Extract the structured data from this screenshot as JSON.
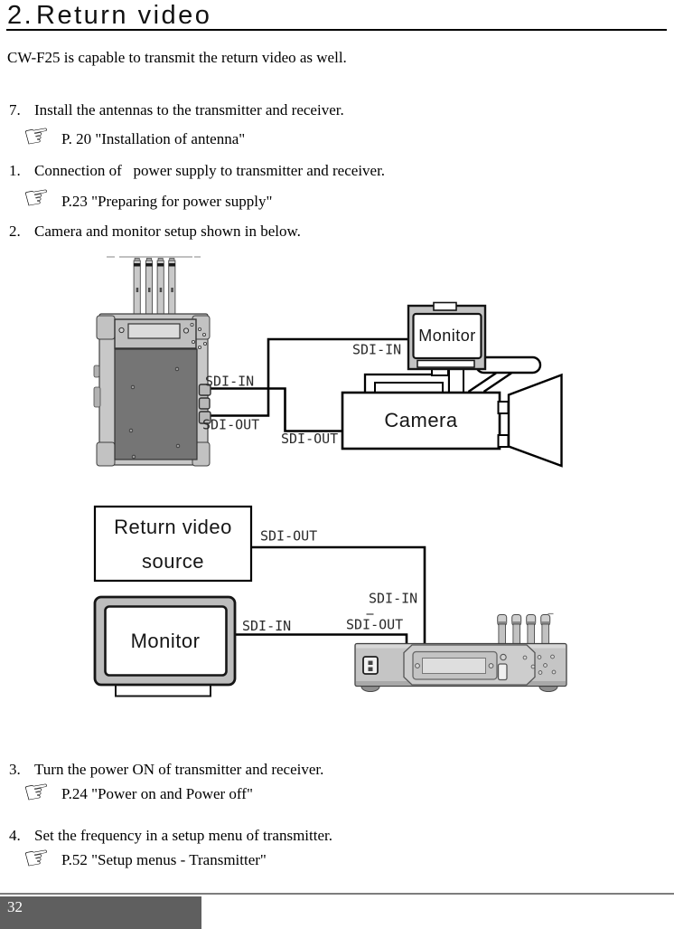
{
  "header": {
    "number": "2.",
    "title": "Return video"
  },
  "intro": "CW-F25 is capable to transmit the return video as well.",
  "steps": [
    {
      "num": "7.",
      "text": "Install the antennas to the transmitter and receiver.",
      "ref": "P. 20 \"Installation of antenna\""
    },
    {
      "num": "1.",
      "text": "Connection of   power supply to transmitter and receiver.",
      "ref": "P.23 \"Preparing for power supply\""
    },
    {
      "num": "2.",
      "text": "Camera and monitor setup shown in below."
    },
    {
      "num": "3.",
      "text": "Turn the power ON of transmitter and receiver.",
      "ref": "P.24 \"Power on and Power off\""
    },
    {
      "num": "4.",
      "text": "Set the frequency in a setup menu of transmitter.",
      "ref": "P.52 \"Setup menus - Transmitter\""
    }
  ],
  "manicule": "☞",
  "diagram1": {
    "transmitter_sdi_in": "SDI-IN",
    "transmitter_sdi_out": "SDI-OUT",
    "monitor_sdi_in": "SDI-IN",
    "camera_sdi_out": "SDI-OUT",
    "monitor_label": "Monitor",
    "camera_label": "Camera"
  },
  "diagram2": {
    "source_line1": "Return video",
    "source_line2": "source",
    "source_sdi_out": "SDI-OUT",
    "receiver_sdi_in": "SDI-IN",
    "receiver_sdi_out": "SDI-OUT",
    "monitor_sdi_in": "SDI-IN",
    "monitor_label": "Monitor"
  },
  "footer": {
    "page_number": "32"
  },
  "colors": {
    "footer_bar": "#5f5f5f",
    "wire": "#000000",
    "device_light": "#c6c6c6",
    "device_dark": "#757575",
    "monitor_frame": "#bdbdbd"
  }
}
